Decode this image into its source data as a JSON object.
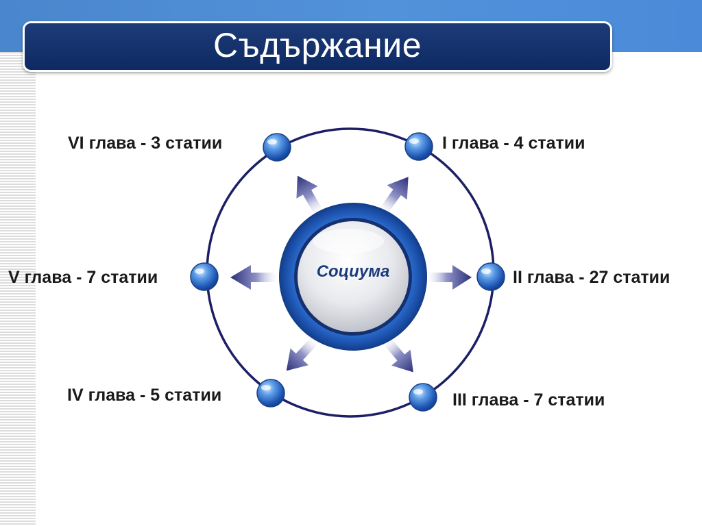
{
  "title": "Съдържание",
  "center": {
    "label": "Социума"
  },
  "nodes": [
    {
      "id": "I",
      "label": "I глава - 4 статии"
    },
    {
      "id": "II",
      "label": "II глава - 27 статии"
    },
    {
      "id": "III",
      "label": "III глава - 7 статии"
    },
    {
      "id": "IV",
      "label": "IV глава - 5 статии"
    },
    {
      "id": "V",
      "label": "V глава - 7 статии"
    },
    {
      "id": "VI",
      "label": "VI глава - 3 статии"
    }
  ],
  "colors": {
    "header_band": "#4a86cc",
    "title_bar": "#0e2a63",
    "orbit_ring": "#1c1f66",
    "node_blue": "#2f6fd0",
    "arrow": "#2c2f7a"
  }
}
